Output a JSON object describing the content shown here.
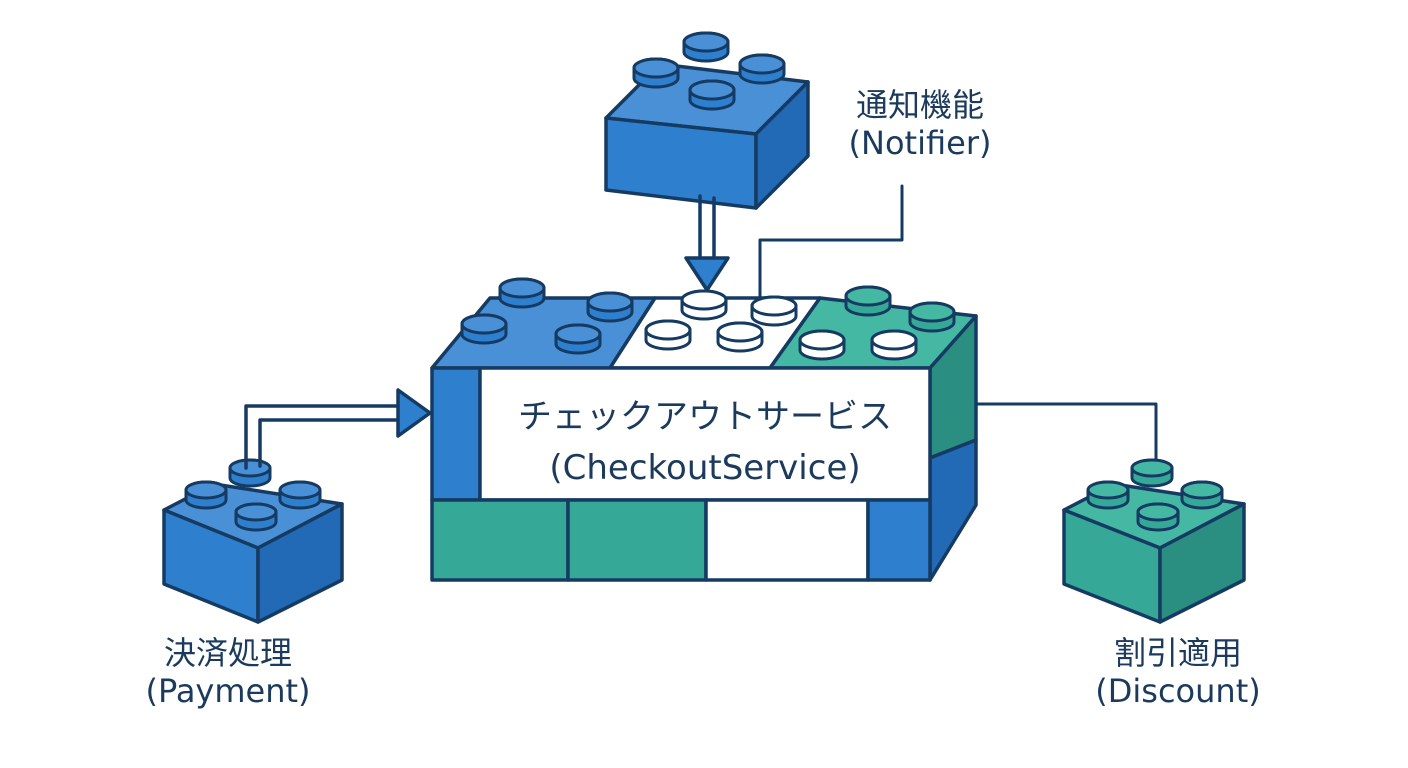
{
  "colors": {
    "blue_top": "#4a90d6",
    "blue_front": "#2f7fcf",
    "blue_side": "#226ab5",
    "teal_top": "#45b8a4",
    "teal_front": "#35a897",
    "teal_side": "#2a8e80",
    "outline": "#163b63",
    "white": "#ffffff"
  },
  "labels": {
    "notifier": {
      "jp": "通知機能",
      "en": "(Notifier)"
    },
    "checkout": {
      "jp": "チェックアウトサービス",
      "en": "(CheckoutService)"
    },
    "payment": {
      "jp": "決済処理",
      "en": "(Payment)"
    },
    "discount": {
      "jp": "割引適用",
      "en": "(Discount)"
    }
  },
  "icons": {
    "notifier_block": "lego-brick-blue",
    "payment_block": "lego-brick-blue",
    "discount_block": "lego-brick-teal",
    "checkout_block": "lego-brick-combined"
  }
}
